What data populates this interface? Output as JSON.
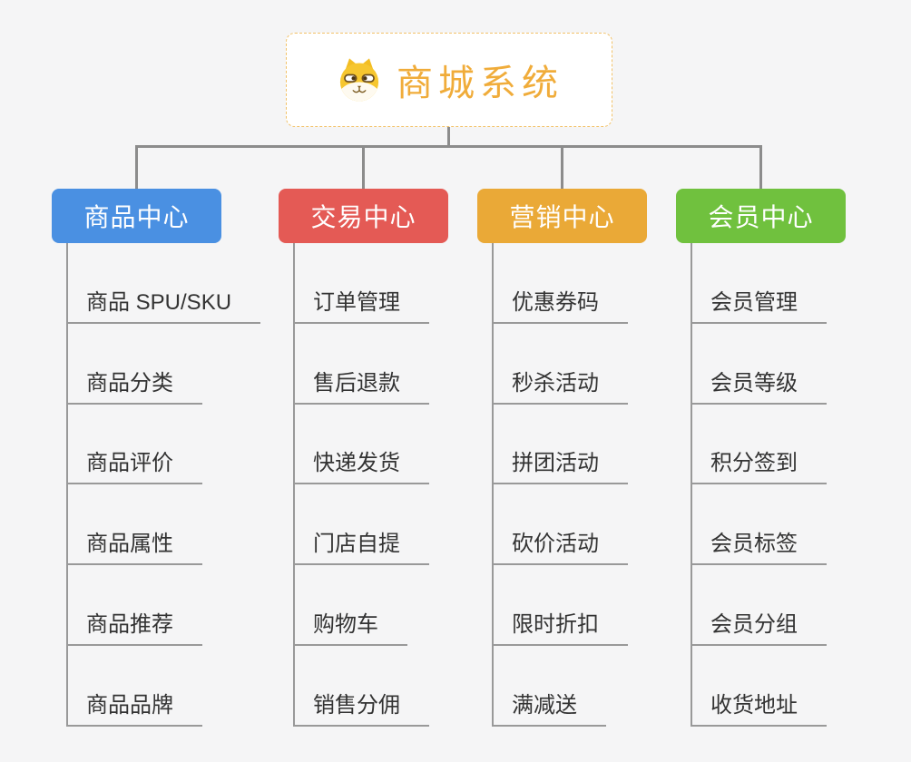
{
  "page": {
    "background": "#f5f5f6",
    "connector_color": "#8c8c8c",
    "underline_color": "#999999"
  },
  "root": {
    "title": "商城系统",
    "icon": "dog-face-icon",
    "text_color": "#f0ac3a",
    "border_color": "#f2c269"
  },
  "branches": [
    {
      "label": "商品中心",
      "color": "#4a90e2",
      "children": [
        "商品 SPU/SKU",
        "商品分类",
        "商品评价",
        "商品属性",
        "商品推荐",
        "商品品牌"
      ]
    },
    {
      "label": "交易中心",
      "color": "#e45a55",
      "children": [
        "订单管理",
        "售后退款",
        "快递发货",
        "门店自提",
        "购物车",
        "销售分佣"
      ]
    },
    {
      "label": "营销中心",
      "color": "#eaa937",
      "children": [
        "优惠券码",
        "秒杀活动",
        "拼团活动",
        "砍价活动",
        "限时折扣",
        "满减送"
      ]
    },
    {
      "label": "会员中心",
      "color": "#70c13e",
      "children": [
        "会员管理",
        "会员等级",
        "积分签到",
        "会员标签",
        "会员分组",
        "收货地址"
      ]
    }
  ]
}
